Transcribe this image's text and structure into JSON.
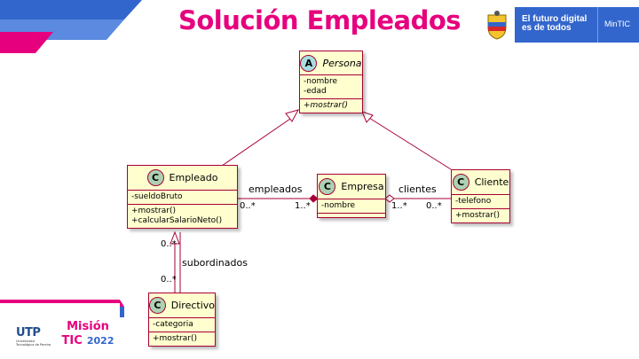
{
  "slide": {
    "title": "Solución Empleados",
    "gov_slogan_line1": "El futuro digital",
    "gov_slogan_line2": "es de todos",
    "gov_ministry": "MinTIC",
    "utp_caption": "Universidad Tecnológica de Pereira",
    "mision_line1": "Misión",
    "mision_line2": "TIC",
    "mision_year": "2022",
    "utp_mark": "UTP",
    "colors": {
      "title": "#e6007e",
      "gov_blue": "#3366cc",
      "class_fill": "#fefece",
      "class_border": "#a80036",
      "c_badge": "#add1b2",
      "a_badge": "#a9dcdf"
    }
  },
  "diagram": {
    "persona": {
      "stereotype": "A",
      "name": "Persona",
      "attributes": [
        "-nombre",
        "-edad"
      ],
      "methods": [
        "+mostrar()"
      ]
    },
    "empleado": {
      "stereotype": "C",
      "name": "Empleado",
      "attributes": [
        "-sueldoBruto"
      ],
      "methods": [
        "+mostrar()",
        "+calcularSalarioNeto()"
      ]
    },
    "empresa": {
      "stereotype": "C",
      "name": "Empresa",
      "attributes": [
        "-nombre"
      ],
      "methods": []
    },
    "cliente": {
      "stereotype": "C",
      "name": "Cliente",
      "attributes": [
        "-telefono"
      ],
      "methods": [
        "+mostrar()"
      ]
    },
    "directivo": {
      "stereotype": "C",
      "name": "Directivo",
      "attributes": [
        "-categoria"
      ],
      "methods": [
        "+mostrar()"
      ]
    },
    "relations": {
      "empleados": {
        "label": "empleados",
        "mult_left": "0..*",
        "mult_right": "1..*"
      },
      "clientes": {
        "label": "clientes",
        "mult_left": "1..*",
        "mult_right": "0..*"
      },
      "subordinados": {
        "label": "subordinados",
        "mult_top": "0..*",
        "mult_bottom": "0..*"
      }
    }
  }
}
